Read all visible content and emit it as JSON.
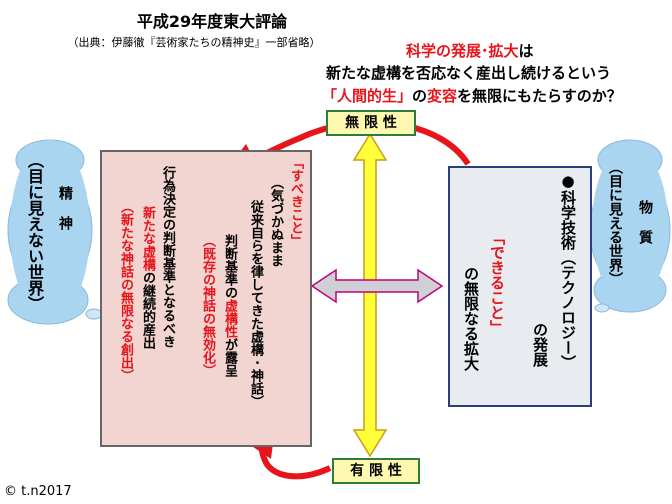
{
  "header": {
    "title": "平成29年度東大評論",
    "source": "（出典：伊藤徹『芸術家たちの精神史』一部省略）"
  },
  "question": {
    "line1_red": "科学の発展･拡大",
    "line1_tail": "は",
    "line2": "新たな虚構を否応なく産出し続けるという",
    "line3_red1": "「人間的生」",
    "line3_mid": "の",
    "line3_red2": "変容",
    "line3_tail": "を無限にもたらすのか？"
  },
  "axis": {
    "top_label": "無 限 性",
    "bottom_label": "有 限 性"
  },
  "clouds": {
    "left_title": "精 神",
    "left_sub": "（目に見えない世界）",
    "right_title": "物 質",
    "right_sub": "（目に見える世界）"
  },
  "left_panel": {
    "col1_red": "「すべきこと」",
    "col2": "（気づかぬまま",
    "col3": "従来自らを律してきた虚構･神話）",
    "col4_pre": "判断基準の",
    "col4_red": "虚構性",
    "col4_post": "が露呈",
    "col5_red": "（既存の神話の無効化）",
    "col6": "行為決定の判断基準となるべき",
    "col7_red": "新たな虚構",
    "col7_post": "の継続的産出",
    "col8_red": "（新たな神話の無限なる創出）"
  },
  "right_panel": {
    "col1": "●科学技術（テクノロジー）",
    "col2": "の発展",
    "col3_red": "「できること」",
    "col4": "の無限なる拡大"
  },
  "footer": {
    "copyright": "© t.n2017"
  },
  "colors": {
    "accent_red": "#e8141b",
    "label_fill": "#fff8b0",
    "label_border": "#2f7a3d",
    "left_fill": "#f2d4d0",
    "right_border": "#27407a",
    "cloud_fill": "#a9d5f0"
  }
}
